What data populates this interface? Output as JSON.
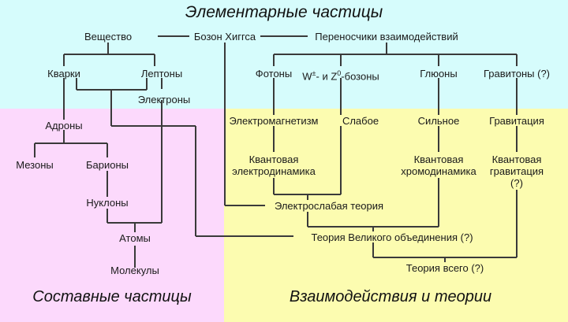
{
  "title": "Элементарные частицы",
  "colors": {
    "band_matter": "#d6fcfc",
    "band_composite": "#fcd9fc",
    "band_interactions": "#fcfcb0",
    "line": "#3a3a3a",
    "text": "#1a1a1a"
  },
  "sections": {
    "composite_label": "Составные частицы",
    "interactions_label": "Взаимодействия и теории"
  },
  "nodes": {
    "matter": "Вещество",
    "higgs_boson": "Бозон Хиггса",
    "force_carriers": "Переносчики взаимодействий",
    "quarks": "Кварки",
    "leptons": "Лептоны",
    "electrons": "Электроны",
    "photons": "Фотоны",
    "wz_bosons_pre": "W",
    "wz_bosons_sup1": "±",
    "wz_bosons_mid": "- и Z",
    "wz_bosons_sup2": "0",
    "wz_bosons_post": "-бозоны",
    "gluons": "Глюоны",
    "gravitons": "Гравитоны (?)",
    "hadrons": "Адроны",
    "mesons": "Мезоны",
    "baryons": "Барионы",
    "nucleons": "Нуклоны",
    "atoms": "Атомы",
    "molecules": "Молекулы",
    "electromagnetism": "Электромагнетизм",
    "weak": "Слабое",
    "strong": "Сильное",
    "gravitation": "Гравитация",
    "qed_line1": "Квантовая",
    "qed_line2": "электродинамика",
    "qcd_line1": "Квантовая",
    "qcd_line2": "хромодинамика",
    "qg_line1": "Квантовая",
    "qg_line2": "гравитация",
    "qg_line3": "(?)",
    "electroweak": "Электрослабая теория",
    "gut": "Теория Великого объединения (?)",
    "toe": "Теория всего (?)"
  }
}
